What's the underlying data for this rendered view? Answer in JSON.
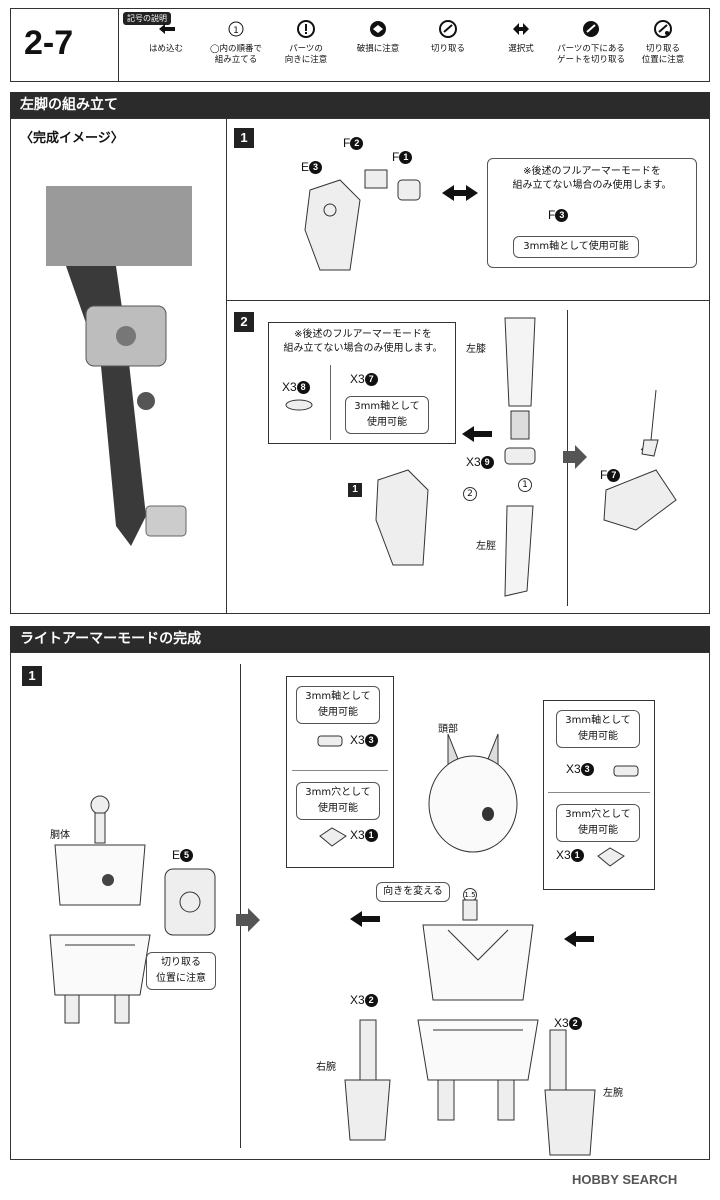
{
  "header": {
    "step": "2-7",
    "legend_title": "記号の説明",
    "legend": [
      {
        "icon": "arrow-left-icon",
        "label": "はめ込む"
      },
      {
        "icon": "circled-one-icon",
        "label": "◯内の順番で\n組み立てる"
      },
      {
        "icon": "exclamation-icon",
        "label": "パーツの\n向きに注意"
      },
      {
        "icon": "break-icon",
        "label": "破損に注意"
      },
      {
        "icon": "cut-icon",
        "label": "切り取る"
      },
      {
        "icon": "double-arrow-icon",
        "label": "選択式"
      },
      {
        "icon": "gate-cut-icon",
        "label": "パーツの下にある\nゲートを切り取る"
      },
      {
        "icon": "cut-position-icon",
        "label": "切り取る\n位置に注意"
      }
    ]
  },
  "section1": {
    "title": "左脚の組み立て",
    "image_title": "〈完成イメージ〉",
    "step1": {
      "num": "1",
      "parts": {
        "f2": "F",
        "f2n": "2",
        "e3": "E",
        "e3n": "3",
        "f1": "F",
        "f1n": "1"
      },
      "note": "※後述のフルアーマーモードを\n組み立てない場合のみ使用します。",
      "note_part": "F",
      "note_part_n": "3",
      "note_label": "3mm軸として使用可能"
    },
    "step2": {
      "num": "2",
      "note": "※後述のフルアーマーモードを\n組み立てない場合のみ使用します。",
      "x3_8": "X3",
      "x3_8n": "8",
      "x3_7": "X3",
      "x3_7n": "7",
      "sub_label": "3mm軸として\n使用可能",
      "left_knee": "左膝",
      "left_shin": "左脛",
      "x3_9": "X3",
      "x3_9n": "9",
      "ref_step": "1",
      "order2": "2",
      "order1": "1",
      "f7": "F",
      "f7n": "7"
    }
  },
  "section2": {
    "title": "ライトアーマーモードの完成",
    "step1": {
      "num": "1",
      "torso": "胴体",
      "e5": "E",
      "e5n": "5",
      "cut_note": "切り取る\n位置に注意",
      "callout_left_top": "3mm軸として\n使用可能",
      "x3_3": "X3",
      "x3_3n": "3",
      "callout_left_bottom": "3mm穴として\n使用可能",
      "x3_1": "X3",
      "x3_1n": "1",
      "head": "頭部",
      "rotate": "向きを変える",
      "callout_right_top": "3mm軸として\n使用可能",
      "callout_right_bottom": "3mm穴として\n使用可能",
      "x3_2": "X3",
      "x3_2n": "2",
      "right_arm": "右腕",
      "left_arm": "左腕",
      "badge": "1.5"
    }
  },
  "watermark": "HOBBY SEARCH"
}
